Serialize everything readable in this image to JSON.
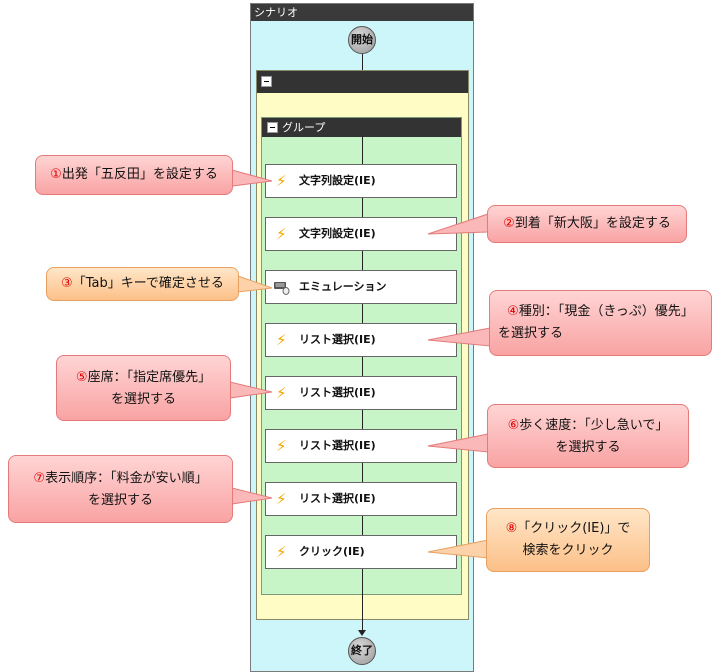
{
  "scenario": {
    "title": "シナリオ",
    "start_label": "開始",
    "end_label": "終了"
  },
  "group": {
    "label": "グループ"
  },
  "actions": [
    {
      "label": "文字列設定(IE)",
      "icon": "lightning-icon"
    },
    {
      "label": "文字列設定(IE)",
      "icon": "lightning-icon"
    },
    {
      "label": "エミュレーション",
      "icon": "keyboard-mouse-icon"
    },
    {
      "label": "リスト選択(IE)",
      "icon": "lightning-icon"
    },
    {
      "label": "リスト選択(IE)",
      "icon": "lightning-icon"
    },
    {
      "label": "リスト選択(IE)",
      "icon": "lightning-icon"
    },
    {
      "label": "リスト選択(IE)",
      "icon": "lightning-icon"
    },
    {
      "label": "クリック(IE)",
      "icon": "lightning-icon"
    }
  ],
  "callouts": [
    {
      "num": "①",
      "text": "出発「五反田」を設定する",
      "color": "#f9a3a3"
    },
    {
      "num": "②",
      "text": "到着「新大阪」を設定する",
      "color": "#f9a3a3"
    },
    {
      "num": "③",
      "text": "「Tab」キーで確定させる",
      "color": "#fcc088"
    },
    {
      "num": "④",
      "line1": "種別：「現金（きっぷ）優先」",
      "line2": "を選択する",
      "color": "#f9a3a3"
    },
    {
      "num": "⑤",
      "line1": "座席：「指定席優先」",
      "line2": "を選択する",
      "color": "#f9a3a3"
    },
    {
      "num": "⑥",
      "line1": "歩く速度：「少し急いで」",
      "line2": "を選択する",
      "color": "#f9a3a3"
    },
    {
      "num": "⑦",
      "line1": "表示順序：「料金が安い順」",
      "line2": "を選択する",
      "color": "#f9a3a3"
    },
    {
      "num": "⑧",
      "line1": "「クリック(IE)」で",
      "line2": "検索をクリック",
      "color": "#fcc088"
    }
  ]
}
